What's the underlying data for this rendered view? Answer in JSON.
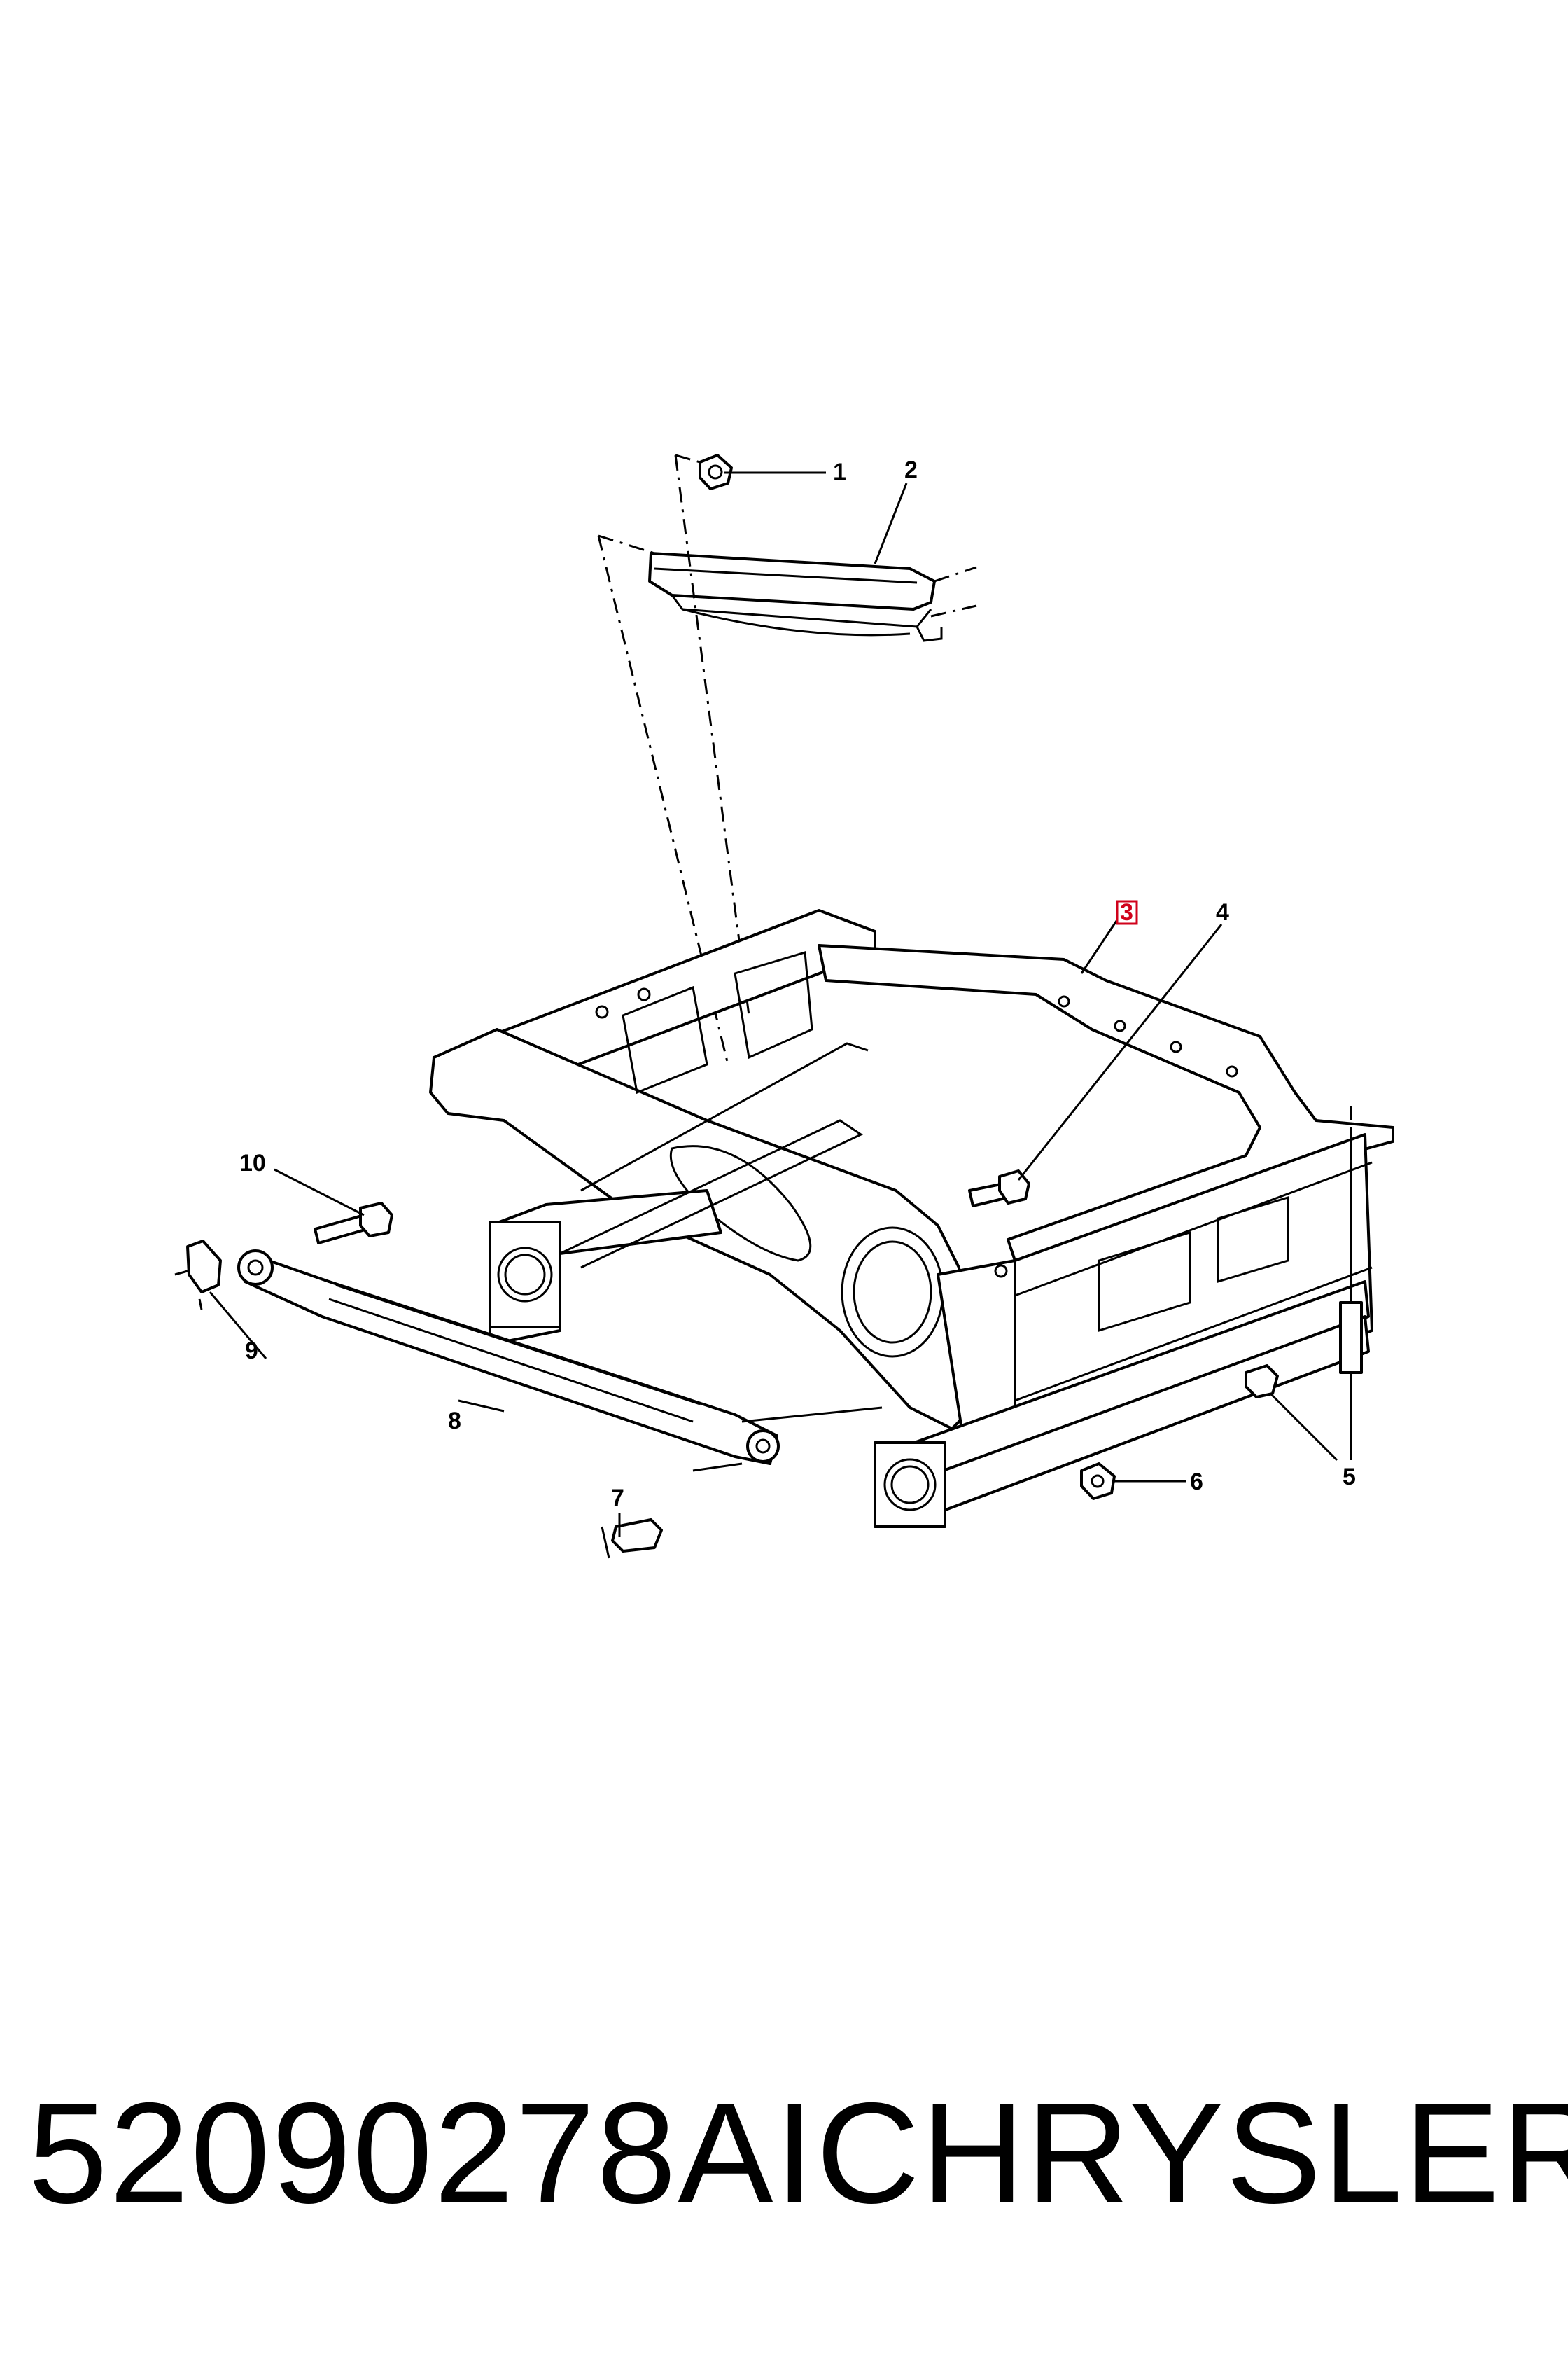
{
  "footer": {
    "part_number": "52090278AI",
    "brand": "CHRYSLER"
  },
  "callouts": {
    "c1": "1",
    "c2": "2",
    "c3": "3",
    "c4": "4",
    "c5": "5",
    "c6": "6",
    "c7": "7",
    "c8": "8",
    "c9": "9",
    "c10": "10"
  },
  "highlight": {
    "callout": "3",
    "color": "#d0021b"
  }
}
